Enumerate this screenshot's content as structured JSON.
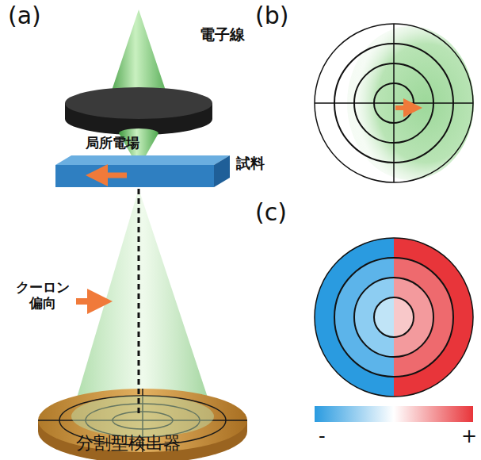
{
  "diagram": {
    "labels": [
      "(a)",
      "電子線",
      "局所電場",
      "試料",
      "クーロン 偏向",
      "分割型検出器",
      "(b)",
      "(c)",
      "-",
      "+"
    ]
  }
}
